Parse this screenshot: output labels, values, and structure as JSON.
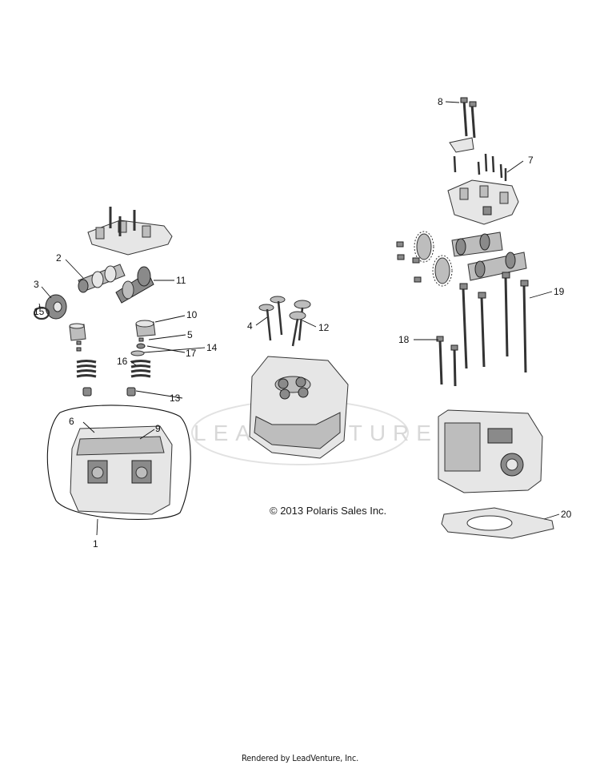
{
  "callouts": {
    "c1": "1",
    "c2": "2",
    "c3": "3",
    "c4": "4",
    "c5": "5",
    "c6": "6",
    "c7": "7",
    "c8": "8",
    "c9": "9",
    "c10": "10",
    "c11": "11",
    "c12": "12",
    "c13": "13",
    "c14": "14",
    "c15": "15",
    "c16": "16",
    "c17": "17",
    "c18": "18",
    "c19": "19",
    "c20": "20"
  },
  "watermark": "LEADVENTURE",
  "copyright": "© 2013 Polaris Sales Inc.",
  "footer": "Rendered by LeadVenture, Inc.",
  "colors": {
    "line": "#111111",
    "part_fill": "#e6e6e6",
    "watermark": "#d8d8d8"
  }
}
